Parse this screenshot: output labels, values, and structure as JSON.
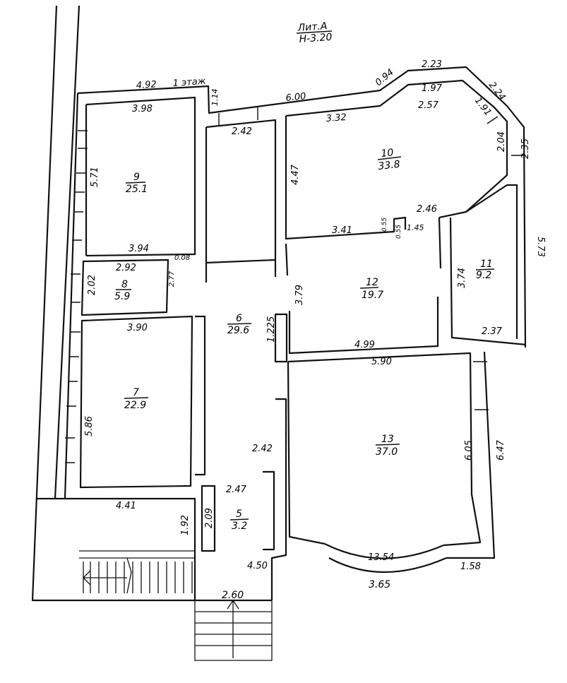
{
  "header": {
    "title": "Лит.А",
    "height_mark": "Н-3.20",
    "floor_label": "1 этаж"
  },
  "rooms": [
    {
      "id": "r9",
      "number": "9",
      "area": "25.1"
    },
    {
      "id": "r8",
      "number": "8",
      "area": "5.9"
    },
    {
      "id": "r7",
      "number": "7",
      "area": "22.9"
    },
    {
      "id": "r10",
      "number": "10",
      "area": "33.8"
    },
    {
      "id": "r12",
      "number": "12",
      "area": "19.7"
    },
    {
      "id": "r11",
      "number": "11",
      "area": "9.2"
    },
    {
      "id": "r6",
      "number": "6",
      "area": "29.6"
    },
    {
      "id": "r13",
      "number": "13",
      "area": "37.0"
    },
    {
      "id": "r5",
      "number": "5",
      "area": "3.2"
    }
  ],
  "dimensions": {
    "d492": "4.92",
    "d114": "1.14",
    "d600": "6.00",
    "d094": "0.94",
    "d223": "2.23",
    "d224": "2.24",
    "d197a": "1.97",
    "d191": "1.91",
    "d257": "2.57",
    "d204": "2.04",
    "d235": "2.35",
    "d398": "3.98",
    "d242a": "2.42",
    "d332": "3.32",
    "d571": "5.71",
    "d447": "4.47",
    "d246": "2.46",
    "d341": "3.41",
    "d055a": "0.55",
    "d055b": "0.55",
    "d145": "1.45",
    "d573": "5.73",
    "d394": "3.94",
    "d008": "0.08",
    "d292": "2.92",
    "d202": "2.02",
    "d277": "2.77",
    "d379": "3.79",
    "d374": "3.74",
    "d390": "3.90",
    "d1225": "1.225",
    "d499": "4.99",
    "d237": "2.37",
    "d590": "5.90",
    "d586": "5.86",
    "d242b": "2.42",
    "d605": "6.05",
    "d647": "6.47",
    "d247": "2.47",
    "d441": "4.41",
    "d192": "1.92",
    "d209": "2.09",
    "d1354": "13.54",
    "d450": "4.50",
    "d158": "1.58",
    "d365": "3.65",
    "d260": "2.60"
  }
}
